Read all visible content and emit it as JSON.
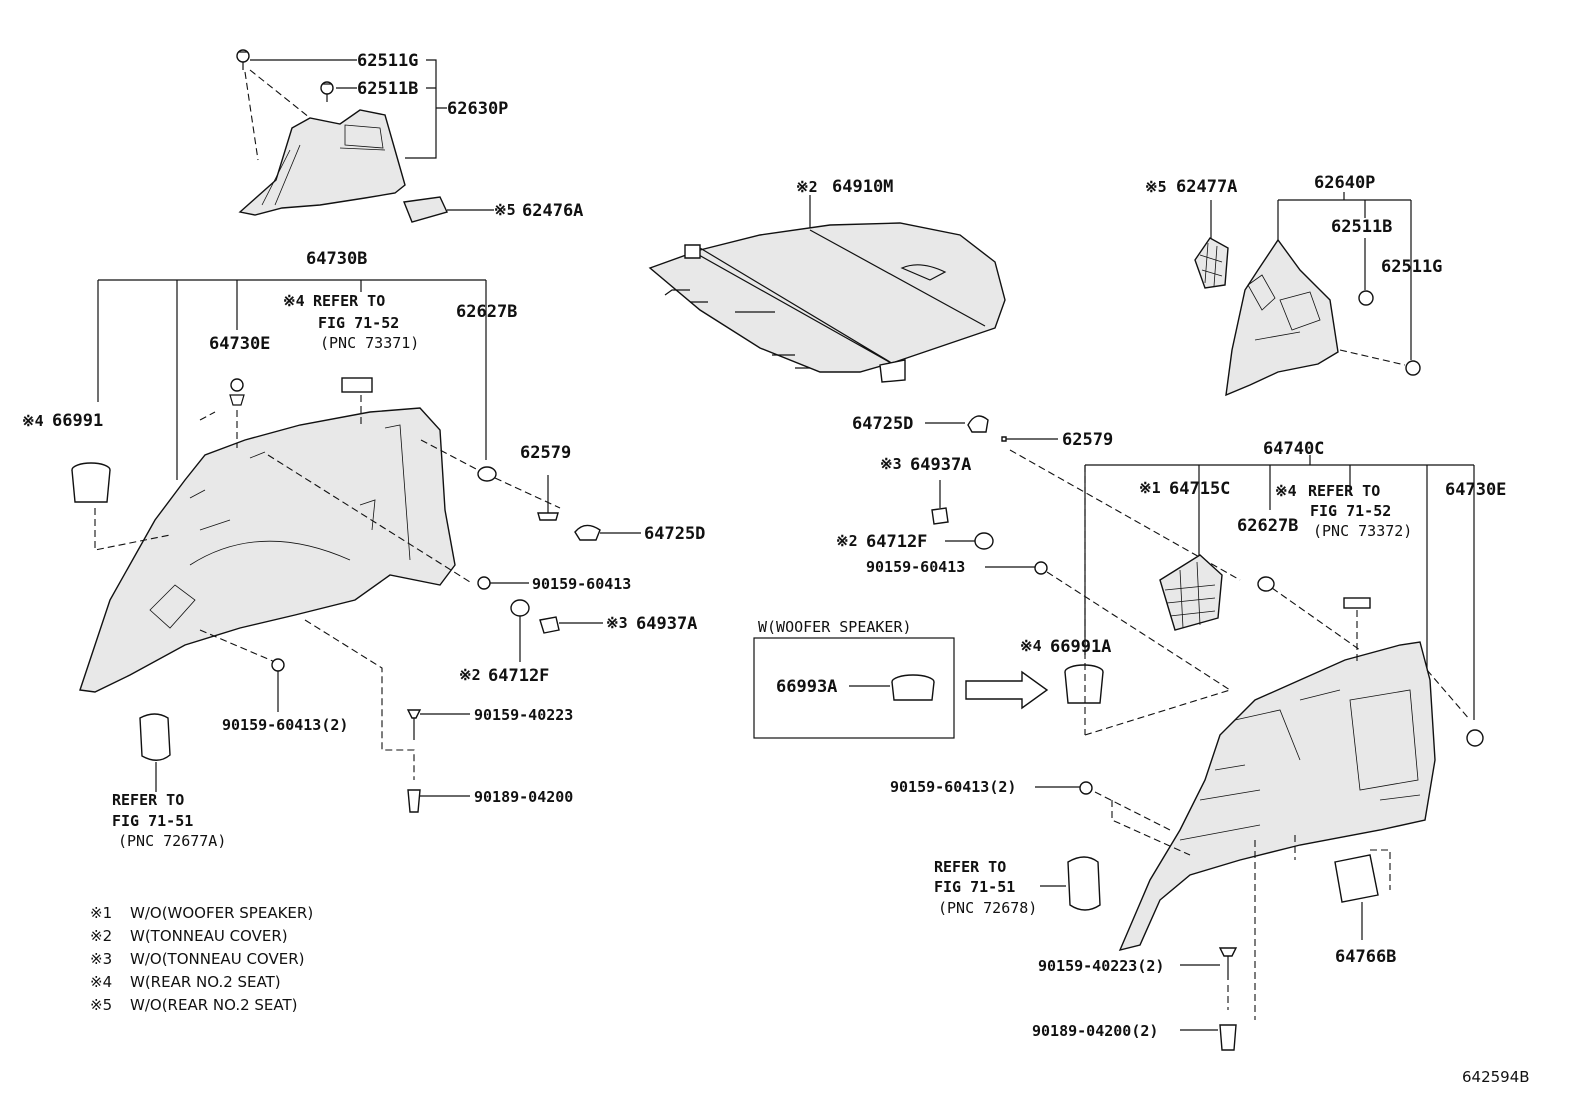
{
  "labels": {
    "p62511G_top": "62511G",
    "p62511B_top": "62511B",
    "p62630P": "62630P",
    "p62476A": "62476A",
    "p64730B": "64730B",
    "p64730E_left": "64730E",
    "p66991": "66991",
    "p62627B_left": "62627B",
    "p62579_left": "62579",
    "p64725D_left": "64725D",
    "p90159_60413_left": "90159-60413",
    "p64937A_left": "64937A",
    "p64712F_left": "64712F",
    "p90159_60413_2_left": "90159-60413(2)",
    "p90159_40223_left": "90159-40223",
    "p90189_04200_left": "90189-04200",
    "p64910M": "64910M",
    "p62477A": "62477A",
    "p62640P": "62640P",
    "p62511B_right": "62511B",
    "p62511G_right": "62511G",
    "p64725D_mid": "64725D",
    "p62579_mid": "62579",
    "p64937A_mid": "64937A",
    "p64712F_mid": "64712F",
    "p90159_60413_mid": "90159-60413",
    "p64740C": "64740C",
    "p64715C": "64715C",
    "p62627B_right": "62627B",
    "p64730E_right": "64730E",
    "p66991A": "66991A",
    "p66993A": "66993A",
    "p90159_60413_2_right": "90159-60413(2)",
    "p64766B": "64766B",
    "p90159_40223_2_right": "90159-40223(2)",
    "p90189_04200_2_right": "90189-04200(2)"
  },
  "marks": {
    "m1": "※1",
    "m2": "※2",
    "m3": "※3",
    "m4": "※4",
    "m5": "※5"
  },
  "refs": {
    "left_refer_line1": "REFER TO",
    "left_refer_line2": "FIG 71-52",
    "left_refer_line3": "(PNC 73371)",
    "right_refer_line1": "REFER TO",
    "right_refer_line2": "FIG 71-52",
    "right_refer_line3": "(PNC 73372)",
    "bl_refer_line1": "REFER TO",
    "bl_refer_line2": "FIG 71-51",
    "bl_refer_line3": "(PNC 72677A)",
    "br_refer_line1": "REFER TO",
    "br_refer_line2": "FIG 71-51",
    "br_refer_line3": "(PNC 72678)"
  },
  "woofer_box_title": "W(WOOFER SPEAKER)",
  "legend": [
    {
      "mark": "※1",
      "text": "W/O(WOOFER SPEAKER)"
    },
    {
      "mark": "※2",
      "text": "W(TONNEAU COVER)"
    },
    {
      "mark": "※3",
      "text": "W/O(TONNEAU COVER)"
    },
    {
      "mark": "※4",
      "text": "W(REAR NO.2 SEAT)"
    },
    {
      "mark": "※5",
      "text": "W/O(REAR NO.2 SEAT)"
    }
  ],
  "figure_id": "642594B"
}
